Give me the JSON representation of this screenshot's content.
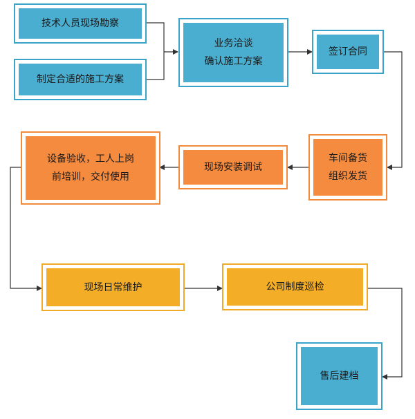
{
  "colors": {
    "blue": "#4aaed0",
    "orange": "#f58b3f",
    "yellow": "#f4ad26",
    "connector": "#333333"
  },
  "nodes": {
    "survey": {
      "lines": [
        "技术人员现场勘察"
      ]
    },
    "plan": {
      "lines": [
        "制定合适的施工方案"
      ]
    },
    "negotiate": {
      "lines": [
        "业务洽谈",
        "确认施工方案"
      ]
    },
    "contract": {
      "lines": [
        "签订合同"
      ]
    },
    "ship": {
      "lines": [
        "车间备货",
        "组织发货"
      ]
    },
    "install": {
      "lines": [
        "现场安装调试"
      ]
    },
    "acceptance": {
      "lines": [
        "设备验收，工人上岗",
        "前培训，交付使用"
      ]
    },
    "maintenance": {
      "lines": [
        "现场日常维护"
      ]
    },
    "inspection": {
      "lines": [
        "公司制度巡检"
      ]
    },
    "archive": {
      "lines": [
        "售后建档"
      ]
    }
  }
}
